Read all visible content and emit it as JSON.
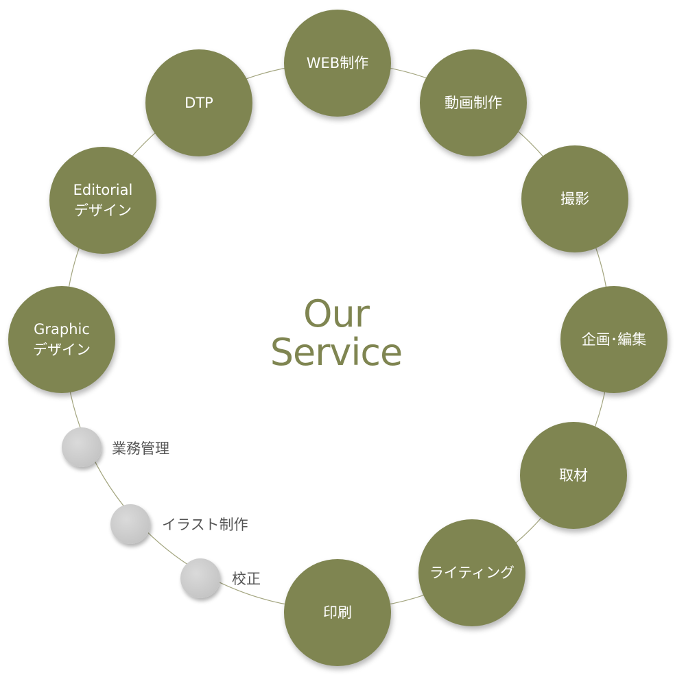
{
  "title": {
    "line1": "Our",
    "line2": "Service"
  },
  "colors": {
    "node_fill": "#7f8551",
    "node_text": "#ffffff",
    "minor_fill": "#c9c9c9",
    "minor_text": "#555555",
    "ring_line": "#9ea07a",
    "title_text": "#7f8551"
  },
  "services": [
    {
      "label": "WEB制作"
    },
    {
      "label": "動画制作"
    },
    {
      "label": "撮影"
    },
    {
      "label": "企画･編集"
    },
    {
      "label": "取材"
    },
    {
      "label": "ライティング"
    },
    {
      "label": "印刷"
    },
    {
      "label": "Graphic\nデザイン"
    },
    {
      "label": "Editorial\nデザイン"
    },
    {
      "label": "DTP"
    }
  ],
  "minor_services": [
    {
      "label": "業務管理"
    },
    {
      "label": "イラスト制作"
    },
    {
      "label": "校正"
    }
  ]
}
